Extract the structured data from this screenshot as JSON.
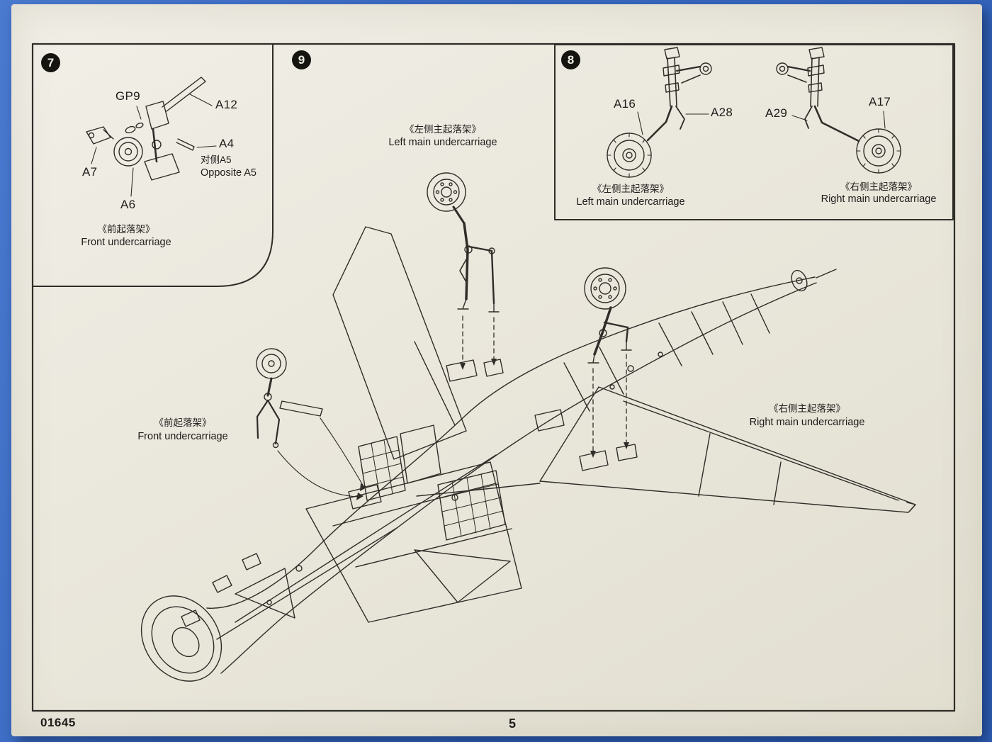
{
  "page": {
    "kit_number": "01645",
    "page_number": "5"
  },
  "palette": {
    "background_blue": "#3a6ac1",
    "paper": "#eae7dc",
    "ink": "#2f2d28"
  },
  "step7": {
    "number": "7",
    "labels": {
      "gp9": "GP9",
      "a12": "A12",
      "a4": "A4",
      "opposite_zh": "对侧A5",
      "opposite_en": "Opposite A5",
      "a7": "A7",
      "a6": "A6"
    },
    "caption_zh": "《前起落架》",
    "caption_en": "Front undercarriage"
  },
  "step9": {
    "number": "9",
    "left_main": {
      "zh": "《左侧主起落架》",
      "en": "Left main undercarriage"
    },
    "front": {
      "zh": "《前起落架》",
      "en": "Front undercarriage"
    },
    "right_main": {
      "zh": "《右侧主起落架》",
      "en": "Right main undercarriage"
    }
  },
  "step8": {
    "number": "8",
    "labels": {
      "a16": "A16",
      "a28": "A28",
      "a29": "A29",
      "a17": "A17"
    },
    "left_caption": {
      "zh": "《左侧主起落架》",
      "en": "Left main undercarriage"
    },
    "right_caption": {
      "zh": "《右侧主起落架》",
      "en": "Right main undercarriage"
    }
  }
}
